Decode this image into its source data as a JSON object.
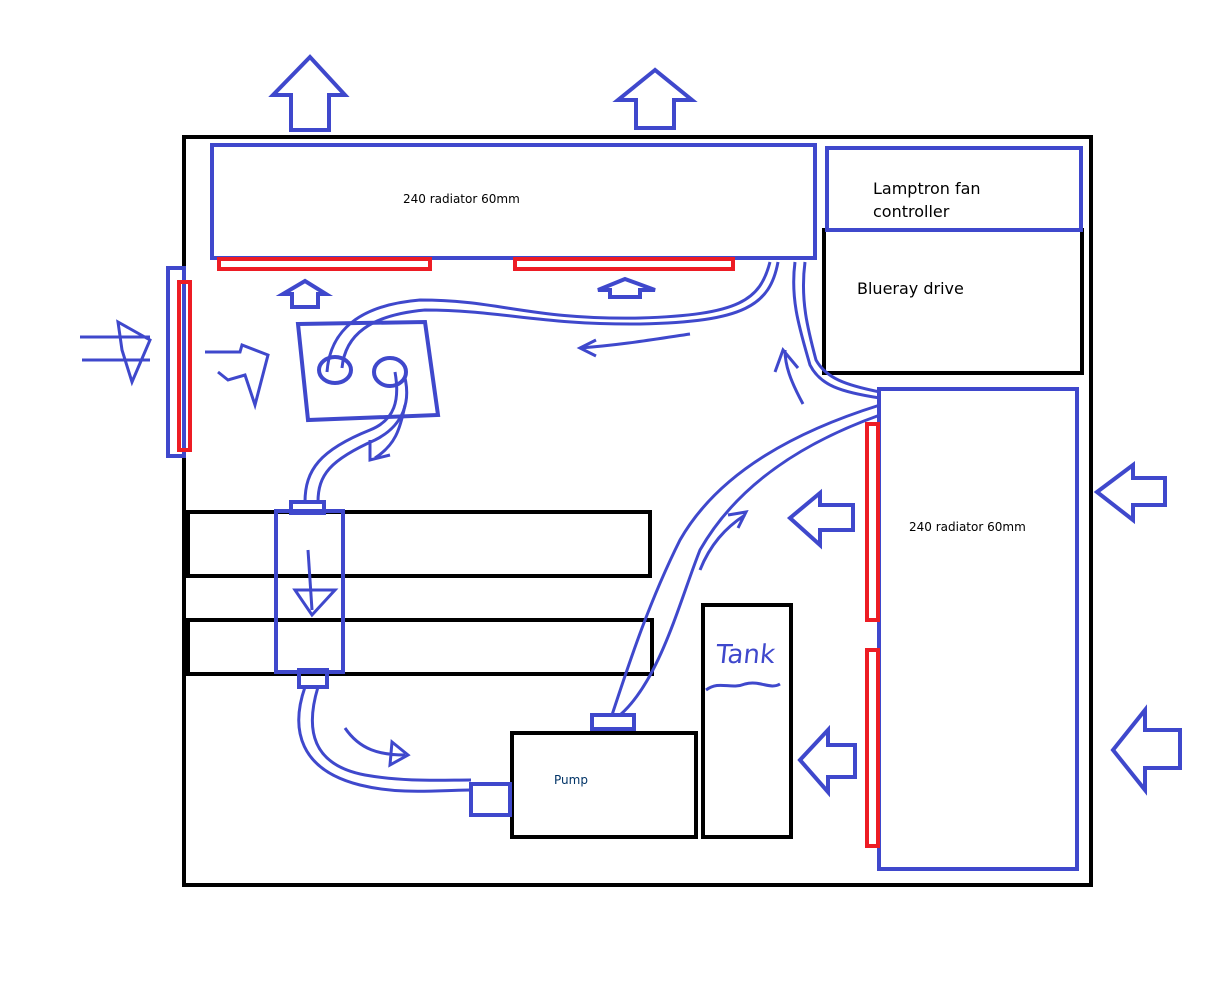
{
  "colors": {
    "tube": "#3f48cc",
    "fan": "#ed1c24",
    "case": "#000000"
  },
  "top_radiator": {
    "label": "240 radiator 60mm"
  },
  "side_radiator": {
    "label": "240 radiator 60mm"
  },
  "fan_controller": {
    "label": "Lamptron fan controller"
  },
  "optical_drive": {
    "label": "Blueray drive"
  },
  "pump": {
    "label": "Pump"
  },
  "tank": {
    "label": "Tank"
  }
}
